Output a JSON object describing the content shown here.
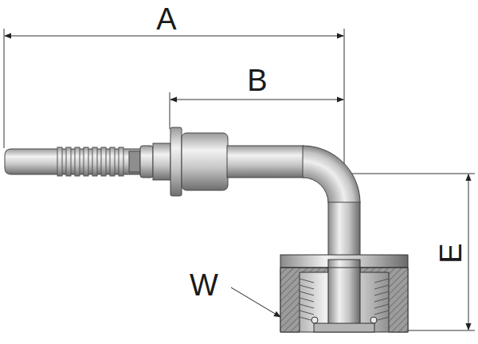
{
  "diagram": {
    "labels": [
      "A",
      "B",
      "W",
      "E"
    ]
  }
}
